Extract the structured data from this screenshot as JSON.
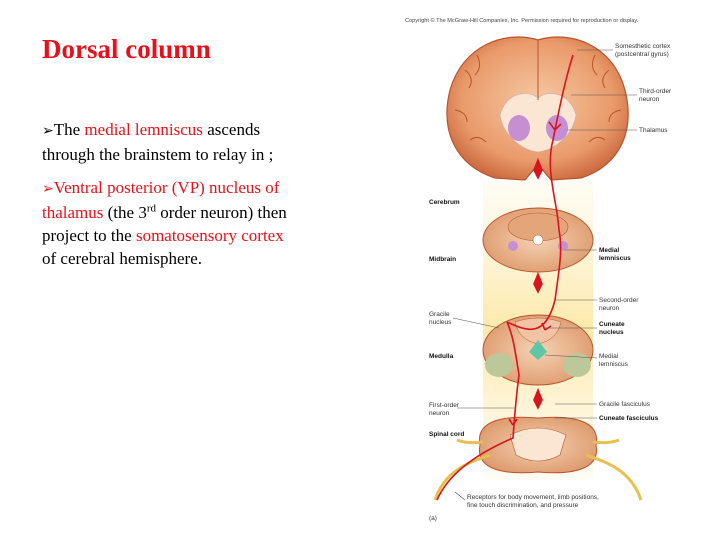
{
  "slide": {
    "title": "Dorsal column",
    "bullet1": {
      "marker": "➢",
      "prefix": "The ",
      "highlight": "medial lemniscus",
      "rest": "ascends through the brainstem to relay in ;"
    },
    "bullet2": {
      "marker": "➢",
      "highlight": "Ventral posterior (VP) nucleus of thalamus",
      "text_a": " (the 3",
      "superscript": "rd",
      "text_b": " order neuron) then project to the ",
      "highlight2": "somatosensory cortex",
      "text_c": " of cerebral hemisphere."
    }
  },
  "figure": {
    "copyright": "Copyright © The McGraw-Hill Companies, Inc. Permission required for reproduction or display.",
    "labels": {
      "somesthetic_1": "Somesthetic cortex",
      "somesthetic_2": "(postcentral gyrus)",
      "third_order_1": "Third-order",
      "third_order_2": "neuron",
      "thalamus": "Thalamus",
      "cerebrum": "Cerebrum",
      "midbrain": "Midbrain",
      "medial_lemniscus_1_a": "Medial",
      "medial_lemniscus_1_b": "lemniscus",
      "second_order_1": "Second-order",
      "second_order_2": "neuron",
      "gracile_1": "Gracile",
      "gracile_2": "nucleus",
      "cuneate_1": "Cuneate",
      "cuneate_2": "nucleus",
      "medulla": "Medulla",
      "medial_lemniscus_2_a": "Medial",
      "medial_lemniscus_2_b": "lemniscus",
      "first_order_1": "First-order",
      "first_order_2": "neuron",
      "gracile_fasciculus": "Gracile fasciculus",
      "cuneate_fasciculus": "Cuneate fasciculus",
      "spinal_cord": "Spinal cord",
      "receptors_1": "Receptors for body movement, limb positions,",
      "receptors_2": "fine touch discrimination, and pressure",
      "panel": "(a)"
    }
  }
}
